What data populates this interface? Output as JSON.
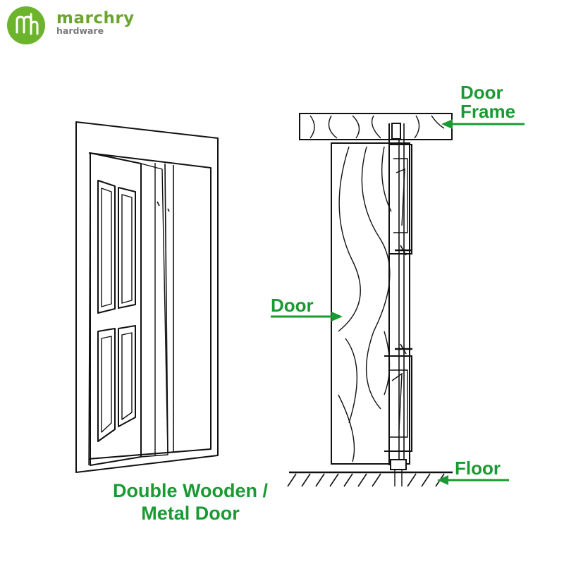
{
  "brand": {
    "name": "marchry",
    "tagline": "hardware",
    "logo_initials": "mh",
    "logo_color": "#6bb42c",
    "logo_icon": "mh-monogram-icon"
  },
  "labels": {
    "door_frame_line1": "Door",
    "door_frame_line2": "Frame",
    "door": "Door",
    "floor": "Floor"
  },
  "caption": {
    "line1": "Double Wooden /",
    "line2": "Metal Door"
  },
  "colors": {
    "label_green": "#1b9a33",
    "line": "#111111",
    "brand_text": "#6ba52e",
    "brand_sub": "#7a7a7a"
  }
}
